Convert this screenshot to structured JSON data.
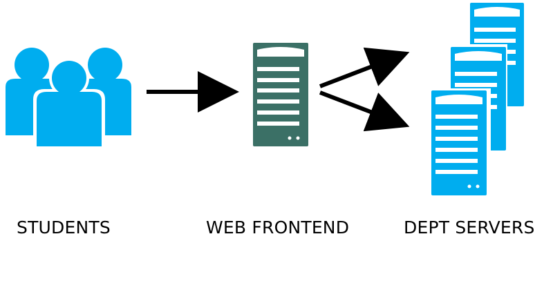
{
  "nodes": {
    "students": {
      "label": "STUDENTS",
      "color": "#00adef"
    },
    "frontend": {
      "label": "WEB FRONTEND",
      "color": "#3b7066"
    },
    "servers": {
      "label": "DEPT SERVERS",
      "color": "#00adef"
    }
  },
  "colors": {
    "arrow": "#000000",
    "server_slot": "#ffffff",
    "background": "#ffffff"
  },
  "edges": [
    {
      "from": "students",
      "to": "frontend"
    },
    {
      "from": "frontend",
      "to": "servers"
    },
    {
      "from": "frontend",
      "to": "servers"
    }
  ]
}
